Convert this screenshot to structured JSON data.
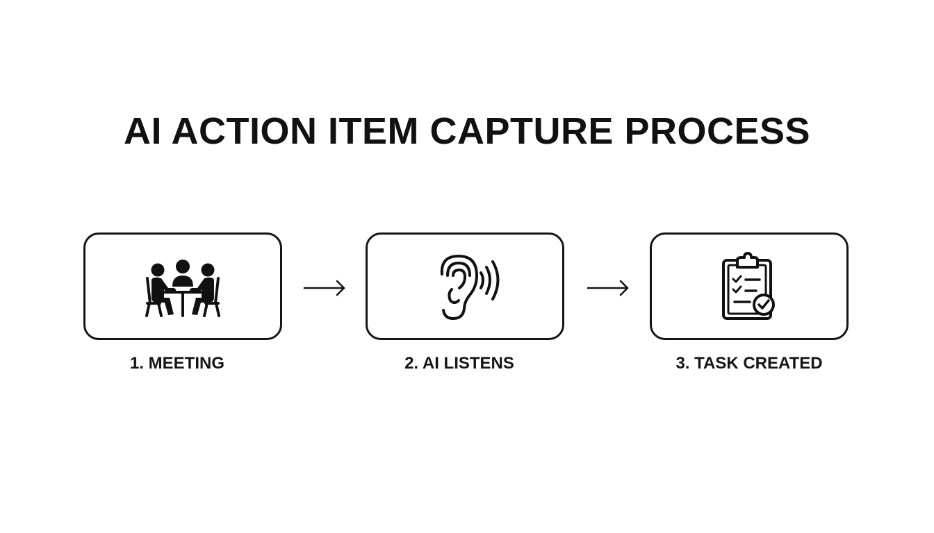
{
  "title": "AI ACTION ITEM CAPTURE PROCESS",
  "steps": [
    {
      "number": "1",
      "label": "1. MEETING",
      "icon": "meeting-icon"
    },
    {
      "number": "2",
      "label": "2. AI LISTENS",
      "icon": "ear-listening-icon"
    },
    {
      "number": "3",
      "label": "3. TASK CREATED",
      "icon": "clipboard-check-icon"
    }
  ],
  "connectors": [
    {
      "from": "1. MEETING",
      "to": "2. AI LISTENS",
      "icon": "arrow-right-icon"
    },
    {
      "from": "2. AI LISTENS",
      "to": "3. TASK CREATED",
      "icon": "arrow-right-icon"
    }
  ],
  "colors": {
    "background": "#ffffff",
    "stroke": "#151515",
    "text": "#111111"
  }
}
